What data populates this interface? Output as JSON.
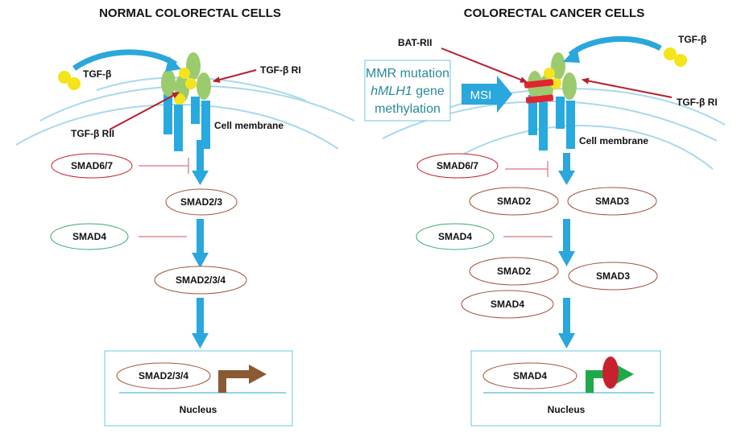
{
  "colors": {
    "membrane": "#a9d8ec",
    "arrow_blue": "#2aa7dc",
    "receptor_blue": "#28a9e0",
    "receptor_green": "#9ccb6d",
    "ligand_yellow": "#f5e31b",
    "red_pointer": "#b5202e",
    "oval_brown": "#a0553a",
    "oval_green": "#3aa86b",
    "inhibit_pink": "#e38a96",
    "brown_arrow": "#8a5a35",
    "green_arrow": "#1fa94a",
    "red_oval": "#c8202f",
    "nucleus_border": "#6cc6e0",
    "teal_text": "#2a8a9a"
  },
  "normal": {
    "title": "NORMAL COLORECTAL CELLS",
    "tgf_beta": "TGF-β",
    "tgf_beta_ri": "TGF-β RI",
    "tgf_beta_rii": "TGF-β RII",
    "cell_membrane": "Cell membrane",
    "smad67": "SMAD6/7",
    "smad23": "SMAD2/3",
    "smad4": "SMAD4",
    "smad234": "SMAD2/3/4",
    "nucleus_smad": "SMAD2/3/4",
    "nucleus": "Nucleus"
  },
  "cancer": {
    "title": "COLORECTAL CANCER  CELLS",
    "bat_rii": "BAT-RII",
    "tgf_beta": "TGF-β",
    "tgf_beta_ri": "TGF-β RI",
    "mmr_line1": "MMR mutation",
    "mmr_line2_italic": "hMLH1",
    "mmr_line2_rest": " gene",
    "mmr_line3": "methylation",
    "msi": "MSI",
    "cell_membrane": "Cell membrane",
    "smad67": "SMAD6/7",
    "smad2_a": "SMAD2",
    "smad3_a": "SMAD3",
    "smad4_a": "SMAD4",
    "smad2_b": "SMAD2",
    "smad3_b": "SMAD3",
    "smad4_b": "SMAD4",
    "nucleus_smad": "SMAD4",
    "nucleus": "Nucleus"
  }
}
